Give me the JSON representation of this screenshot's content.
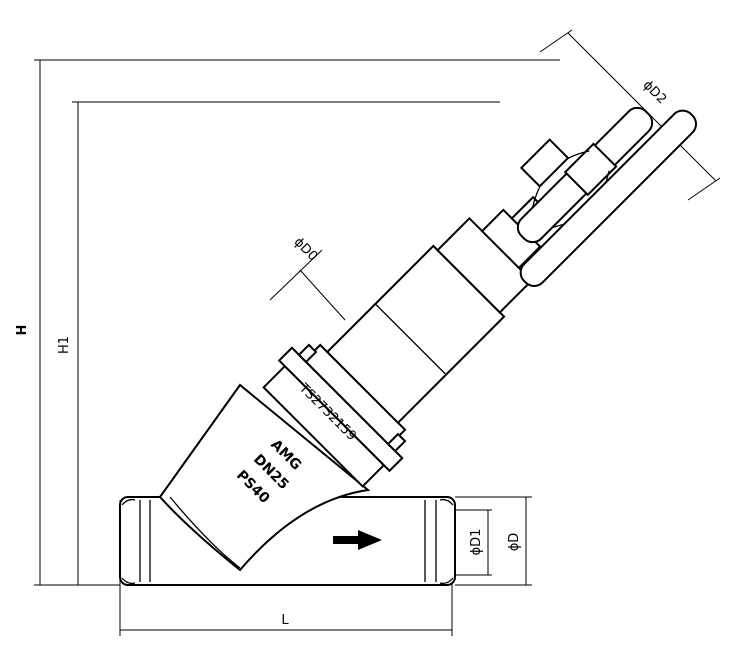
{
  "dimensions": {
    "overall_height": "H",
    "inner_height": "H1",
    "length": "L",
    "handwheel_diameter": "ϕD2",
    "bonnet_diameter": "ϕD0",
    "bore_diameter": "ϕD1",
    "outer_diameter": "ϕD"
  },
  "body_marking": {
    "serial": "TS2732159",
    "brand": "AMG",
    "size": "DN25",
    "pressure": "PS40"
  },
  "flow_arrow_icon": "arrow-right-icon"
}
